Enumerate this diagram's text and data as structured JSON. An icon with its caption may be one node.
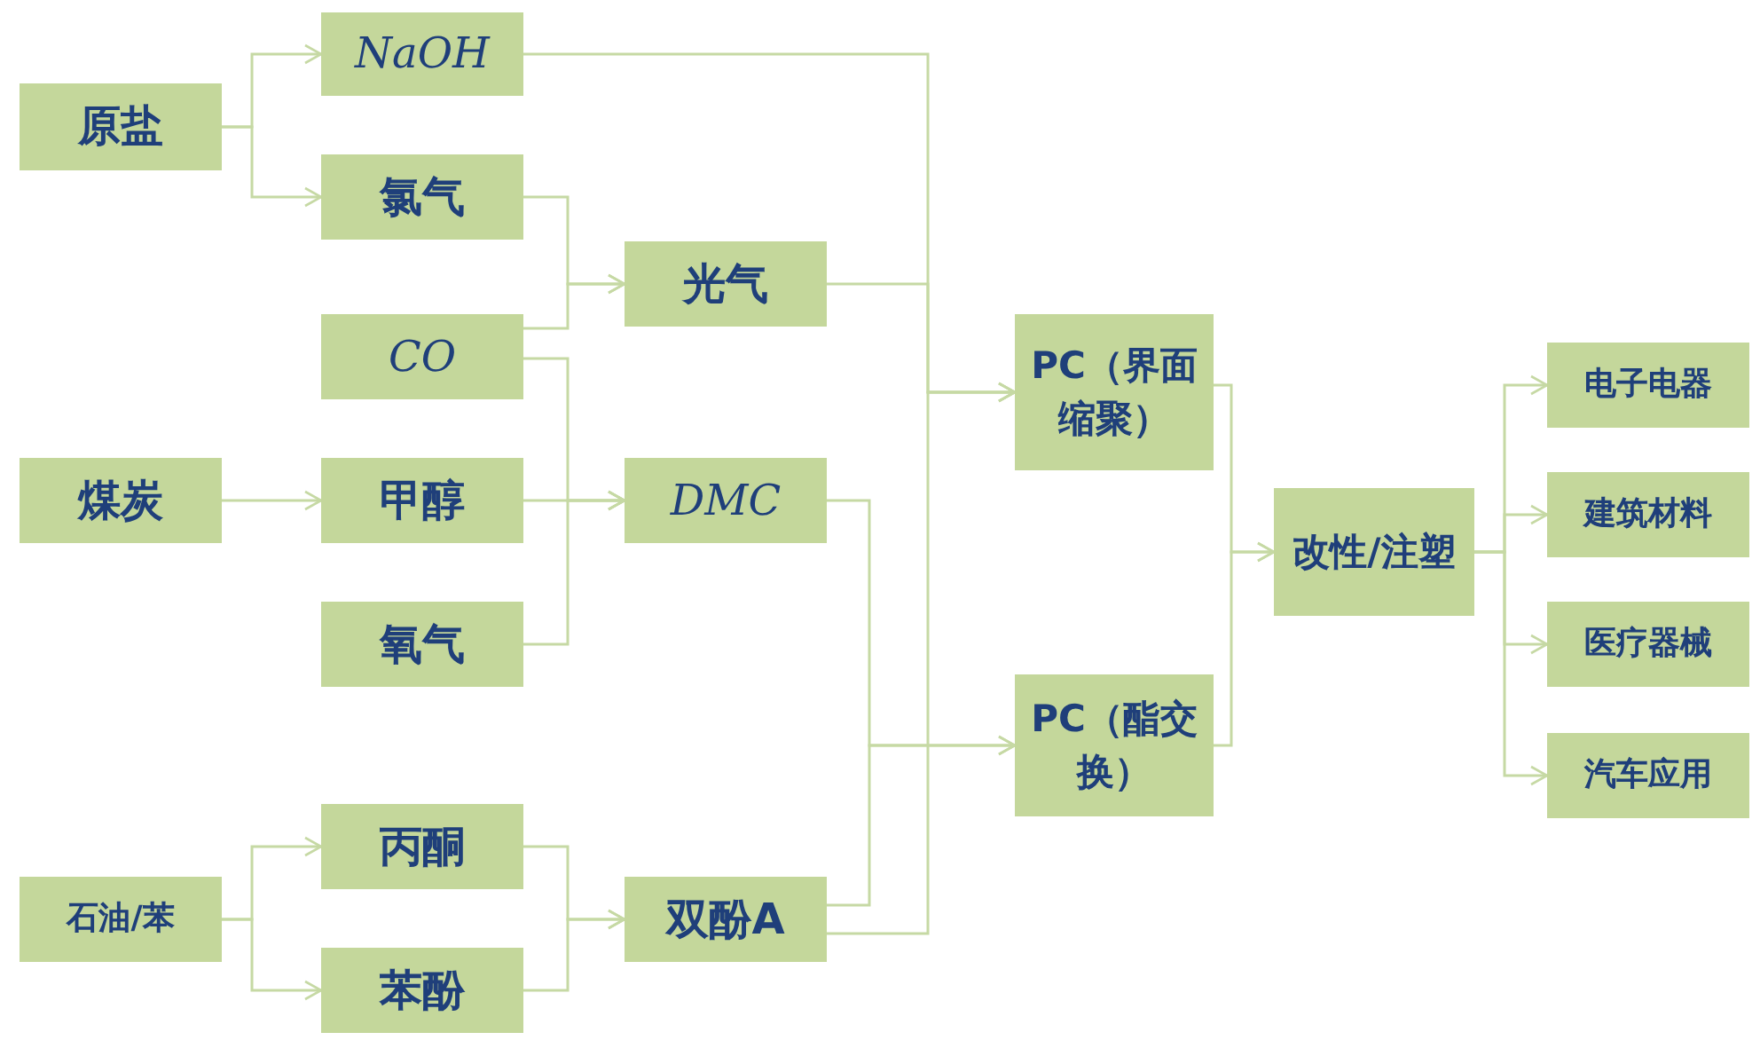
{
  "diagram": {
    "nodes": [
      {
        "text": [
          "NaOH"
        ]
      },
      {
        "text": [
          "原盐"
        ]
      },
      {
        "text": [
          "氯气"
        ]
      },
      {
        "text": [
          "光气"
        ]
      },
      {
        "text": [
          "CO"
        ]
      },
      {
        "text": [
          "PC（界面缩聚）"
        ]
      },
      {
        "text": [
          "电子电器"
        ]
      },
      {
        "text": [
          "煤炭"
        ]
      },
      {
        "text": [
          "甲醇"
        ]
      },
      {
        "text": [
          "DMC"
        ]
      },
      {
        "text": [
          "建筑材料"
        ]
      },
      {
        "text": [
          "改性/注塑"
        ]
      },
      {
        "text": [
          "医疗器械"
        ]
      },
      {
        "text": [
          "氧气"
        ]
      },
      {
        "text": [
          "PC（酯交换）"
        ]
      },
      {
        "text": [
          "汽车应用"
        ]
      },
      {
        "text": [
          "丙酮"
        ]
      },
      {
        "text": [
          "石油/苯"
        ]
      },
      {
        "text": [
          "双酚A"
        ]
      },
      {
        "text": [
          "苯酚"
        ]
      }
    ],
    "edges": [
      {
        "from": 1,
        "to": 0,
        "arrow": "to"
      },
      {
        "from": 1,
        "to": 2,
        "arrow": "to"
      },
      {
        "from": 2,
        "to": 3,
        "arrow": "to"
      },
      {
        "from": 4,
        "to": 3,
        "arrow": "to"
      },
      {
        "from": 4,
        "to": 9,
        "arrow": "to"
      },
      {
        "from": 8,
        "to": 9,
        "arrow": "to"
      },
      {
        "from": 13,
        "to": 9,
        "arrow": "to"
      },
      {
        "from": 7,
        "to": 8,
        "arrow": "to"
      },
      {
        "from": 0,
        "to": 5,
        "arrow": "to"
      },
      {
        "from": 3,
        "to": 5,
        "arrow": "to"
      },
      {
        "from": 18,
        "to": 5,
        "arrow": "to"
      },
      {
        "from": 9,
        "to": 14,
        "arrow": "to"
      },
      {
        "from": 18,
        "to": 14,
        "arrow": "to"
      },
      {
        "from": 5,
        "to": 11,
        "arrow": "to"
      },
      {
        "from": 14,
        "to": 11,
        "arrow": "to"
      },
      {
        "from": 11,
        "to": 6,
        "arrow": "to"
      },
      {
        "from": 11,
        "to": 10,
        "arrow": "to"
      },
      {
        "from": 11,
        "to": 12,
        "arrow": "to"
      },
      {
        "from": 11,
        "to": 15,
        "arrow": "to"
      },
      {
        "from": 17,
        "to": 16,
        "arrow": "to"
      },
      {
        "from": 17,
        "to": 19,
        "arrow": "to"
      },
      {
        "from": 16,
        "to": 18,
        "arrow": "to"
      },
      {
        "from": 19,
        "to": 18,
        "arrow": "to"
      }
    ]
  }
}
